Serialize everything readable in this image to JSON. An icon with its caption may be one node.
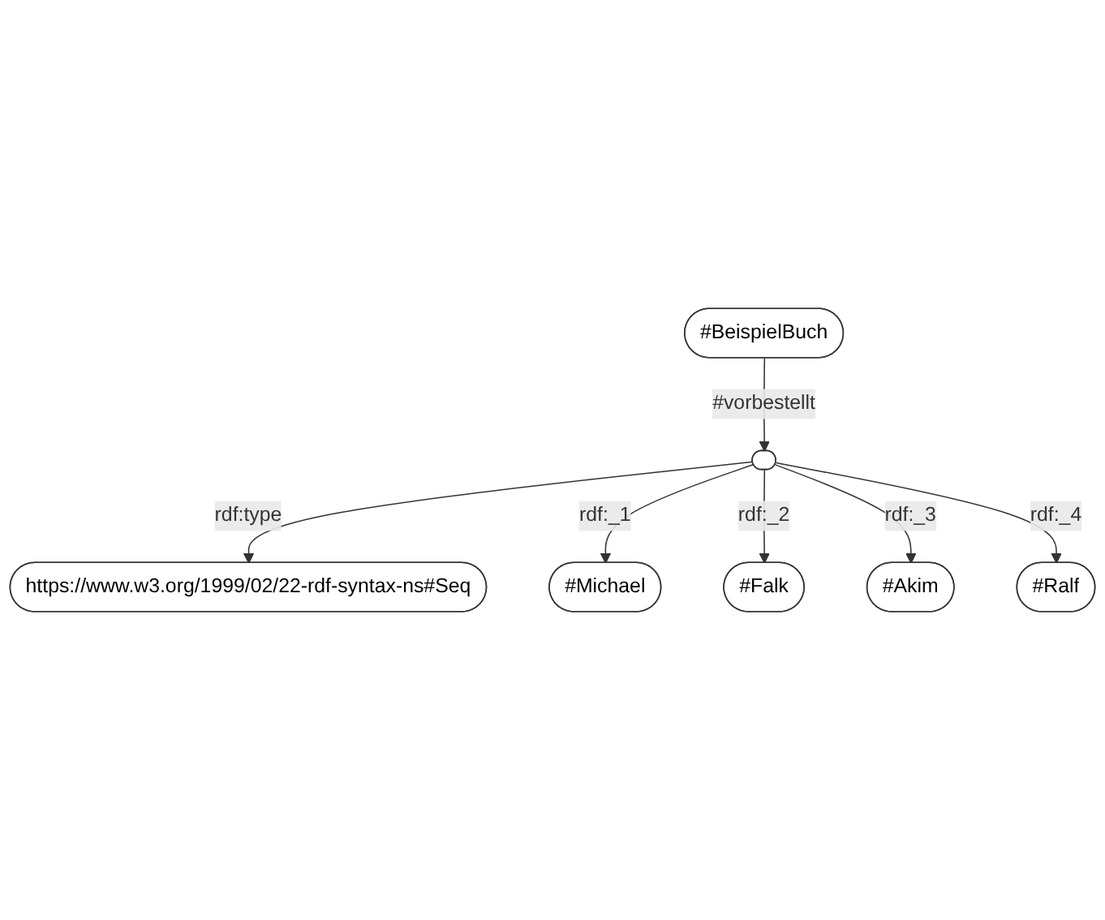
{
  "diagram": {
    "nodes": [
      {
        "text": [
          "#BeispielBuch"
        ]
      },
      {
        "text": [
          "https://www.w3.org/1999/02/22-rdf-syntax-ns#Seq"
        ]
      },
      {
        "text": [],
        "shape": "ellipse"
      },
      {
        "text": [
          "#Michael"
        ]
      },
      {
        "text": [
          "#Falk"
        ]
      },
      {
        "text": [
          "#Ralf"
        ]
      },
      {
        "text": [
          "#Akim"
        ]
      }
    ],
    "edges": [
      {
        "from": 0,
        "to": 2,
        "arrow": "to",
        "label": "#vorbestellt"
      },
      {
        "from": 2,
        "to": 1,
        "arrow": "to",
        "label": "rdf:type"
      },
      {
        "from": 2,
        "to": 3,
        "arrow": "to",
        "label": "rdf:_1"
      },
      {
        "from": 2,
        "to": 4,
        "arrow": "to",
        "label": "rdf:_2"
      },
      {
        "from": 2,
        "to": 6,
        "arrow": "to",
        "label": "rdf:_3"
      },
      {
        "from": 2,
        "to": 5,
        "arrow": "to",
        "label": "rdf:_4"
      }
    ]
  }
}
